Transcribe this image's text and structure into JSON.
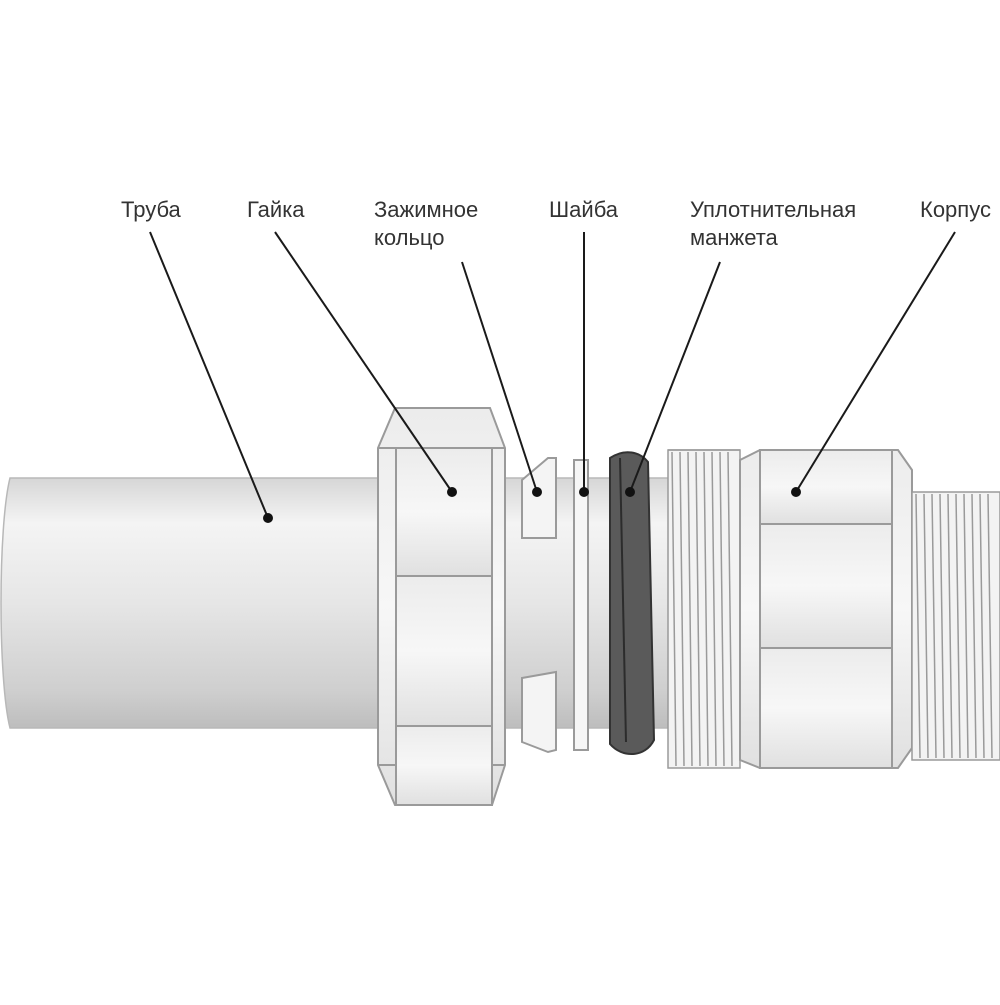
{
  "labels": {
    "pipe": "Труба",
    "nut": "Гайка",
    "clamp_ring": "Зажимное\nкольцо",
    "washer": "Шайба",
    "seal": "Уплотнительная\nманжета",
    "body": "Корпус"
  },
  "colors": {
    "outline": "#9a9a9a",
    "leader": "#1a1a1a",
    "seal": "#5a5a5a",
    "background": "#ffffff"
  }
}
